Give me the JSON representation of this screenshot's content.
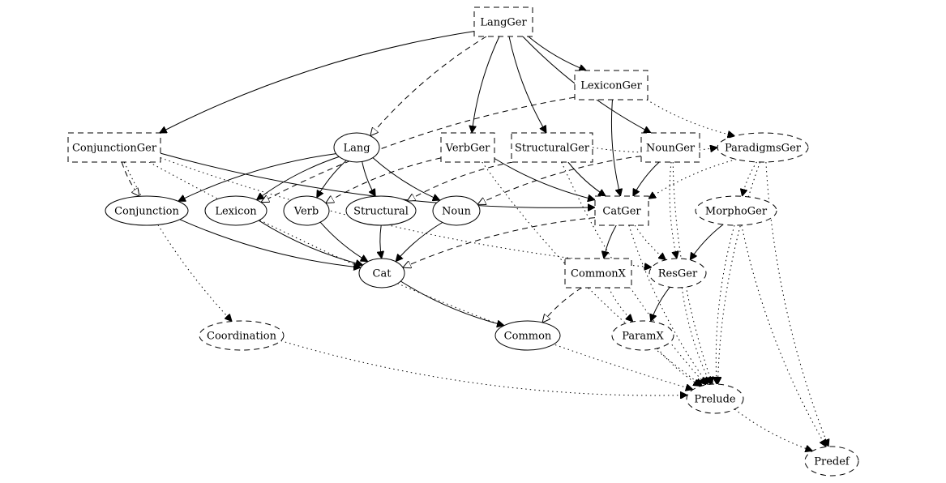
{
  "nodes": [
    {
      "id": "LangGer",
      "label": "LangGer",
      "shape": "box",
      "style": "dashed"
    },
    {
      "id": "LexiconGer",
      "label": "LexiconGer",
      "shape": "box",
      "style": "dashed"
    },
    {
      "id": "ConjunctionGer",
      "label": "ConjunctionGer",
      "shape": "box",
      "style": "dashed"
    },
    {
      "id": "Lang",
      "label": "Lang",
      "shape": "ellipse",
      "style": "solid"
    },
    {
      "id": "VerbGer",
      "label": "VerbGer",
      "shape": "box",
      "style": "dashed"
    },
    {
      "id": "StructuralGer",
      "label": "StructuralGer",
      "shape": "box",
      "style": "dashed"
    },
    {
      "id": "NounGer",
      "label": "NounGer",
      "shape": "box",
      "style": "dashed"
    },
    {
      "id": "ParadigmsGer",
      "label": "ParadigmsGer",
      "shape": "ellipse",
      "style": "dashed"
    },
    {
      "id": "Conjunction",
      "label": "Conjunction",
      "shape": "ellipse",
      "style": "solid"
    },
    {
      "id": "Lexicon",
      "label": "Lexicon",
      "shape": "ellipse",
      "style": "solid"
    },
    {
      "id": "Verb",
      "label": "Verb",
      "shape": "ellipse",
      "style": "solid"
    },
    {
      "id": "Structural",
      "label": "Structural",
      "shape": "ellipse",
      "style": "solid"
    },
    {
      "id": "Noun",
      "label": "Noun",
      "shape": "ellipse",
      "style": "solid"
    },
    {
      "id": "CatGer",
      "label": "CatGer",
      "shape": "box",
      "style": "dashed"
    },
    {
      "id": "MorphoGer",
      "label": "MorphoGer",
      "shape": "ellipse",
      "style": "dashed"
    },
    {
      "id": "Cat",
      "label": "Cat",
      "shape": "ellipse",
      "style": "solid"
    },
    {
      "id": "CommonX",
      "label": "CommonX",
      "shape": "box",
      "style": "dashed"
    },
    {
      "id": "ResGer",
      "label": "ResGer",
      "shape": "ellipse",
      "style": "dashed"
    },
    {
      "id": "Coordination",
      "label": "Coordination",
      "shape": "ellipse",
      "style": "dashed"
    },
    {
      "id": "Common",
      "label": "Common",
      "shape": "ellipse",
      "style": "solid"
    },
    {
      "id": "ParamX",
      "label": "ParamX",
      "shape": "ellipse",
      "style": "dashed"
    },
    {
      "id": "Prelude",
      "label": "Prelude",
      "shape": "ellipse",
      "style": "dashed"
    },
    {
      "id": "Predef",
      "label": "Predef",
      "shape": "ellipse",
      "style": "dashed"
    }
  ],
  "edges": [
    {
      "from": "LangGer",
      "to": "ConjunctionGer",
      "style": "solid",
      "arrow": "filled"
    },
    {
      "from": "LangGer",
      "to": "Lang",
      "style": "dashed",
      "arrow": "open"
    },
    {
      "from": "LangGer",
      "to": "VerbGer",
      "style": "solid",
      "arrow": "filled"
    },
    {
      "from": "LangGer",
      "to": "StructuralGer",
      "style": "solid",
      "arrow": "filled"
    },
    {
      "from": "LangGer",
      "to": "LexiconGer",
      "style": "solid",
      "arrow": "filled"
    },
    {
      "from": "LangGer",
      "to": "NounGer",
      "style": "solid",
      "arrow": "filled"
    },
    {
      "from": "LexiconGer",
      "to": "Lexicon",
      "style": "dashed",
      "arrow": "open"
    },
    {
      "from": "LexiconGer",
      "to": "CatGer",
      "style": "solid",
      "arrow": "filled"
    },
    {
      "from": "LexiconGer",
      "to": "ParadigmsGer",
      "style": "dotted",
      "arrow": "filled"
    },
    {
      "from": "ConjunctionGer",
      "to": "Conjunction",
      "style": "dashed",
      "arrow": "open"
    },
    {
      "from": "ConjunctionGer",
      "to": "CatGer",
      "style": "solid",
      "arrow": "filled"
    },
    {
      "from": "ConjunctionGer",
      "to": "Coordination",
      "style": "dotted",
      "arrow": "filled"
    },
    {
      "from": "ConjunctionGer",
      "to": "Prelude",
      "style": "dotted",
      "arrow": "filled"
    },
    {
      "from": "ConjunctionGer",
      "to": "ResGer",
      "style": "dotted",
      "arrow": "filled"
    },
    {
      "from": "Lang",
      "to": "Conjunction",
      "style": "solid",
      "arrow": "filled"
    },
    {
      "from": "Lang",
      "to": "Lexicon",
      "style": "solid",
      "arrow": "filled"
    },
    {
      "from": "Lang",
      "to": "Verb",
      "style": "solid",
      "arrow": "filled"
    },
    {
      "from": "Lang",
      "to": "Structural",
      "style": "solid",
      "arrow": "filled"
    },
    {
      "from": "Lang",
      "to": "Noun",
      "style": "solid",
      "arrow": "filled"
    },
    {
      "from": "VerbGer",
      "to": "Verb",
      "style": "dashed",
      "arrow": "open"
    },
    {
      "from": "VerbGer",
      "to": "CatGer",
      "style": "solid",
      "arrow": "filled"
    },
    {
      "from": "VerbGer",
      "to": "Prelude",
      "style": "dotted",
      "arrow": "filled"
    },
    {
      "from": "StructuralGer",
      "to": "Structural",
      "style": "dashed",
      "arrow": "open"
    },
    {
      "from": "StructuralGer",
      "to": "CatGer",
      "style": "solid",
      "arrow": "filled"
    },
    {
      "from": "StructuralGer",
      "to": "Prelude",
      "style": "dotted",
      "arrow": "filled"
    },
    {
      "from": "StructuralGer",
      "to": "ParadigmsGer",
      "style": "dotted",
      "arrow": "filled"
    },
    {
      "from": "NounGer",
      "to": "Noun",
      "style": "dashed",
      "arrow": "open"
    },
    {
      "from": "NounGer",
      "to": "CatGer",
      "style": "solid",
      "arrow": "filled"
    },
    {
      "from": "NounGer",
      "to": "ResGer",
      "style": "dotted",
      "arrow": "filled"
    },
    {
      "from": "NounGer",
      "to": "Prelude",
      "style": "dotted",
      "arrow": "filled"
    },
    {
      "from": "ParadigmsGer",
      "to": "MorphoGer",
      "style": "dotted",
      "arrow": "filled"
    },
    {
      "from": "ParadigmsGer",
      "to": "CatGer",
      "style": "dotted",
      "arrow": "filled"
    },
    {
      "from": "ParadigmsGer",
      "to": "Prelude",
      "style": "dotted",
      "arrow": "filled"
    },
    {
      "from": "ParadigmsGer",
      "to": "Predef",
      "style": "dotted",
      "arrow": "filled"
    },
    {
      "from": "Conjunction",
      "to": "Cat",
      "style": "solid",
      "arrow": "filled"
    },
    {
      "from": "Lexicon",
      "to": "Cat",
      "style": "solid",
      "arrow": "filled"
    },
    {
      "from": "Verb",
      "to": "Cat",
      "style": "solid",
      "arrow": "filled"
    },
    {
      "from": "Structural",
      "to": "Cat",
      "style": "solid",
      "arrow": "filled"
    },
    {
      "from": "Noun",
      "to": "Cat",
      "style": "solid",
      "arrow": "filled"
    },
    {
      "from": "CatGer",
      "to": "Cat",
      "style": "dashed",
      "arrow": "open"
    },
    {
      "from": "CatGer",
      "to": "CommonX",
      "style": "solid",
      "arrow": "filled"
    },
    {
      "from": "CatGer",
      "to": "ResGer",
      "style": "dotted",
      "arrow": "filled"
    },
    {
      "from": "CatGer",
      "to": "Prelude",
      "style": "dotted",
      "arrow": "filled"
    },
    {
      "from": "MorphoGer",
      "to": "ResGer",
      "style": "solid",
      "arrow": "filled"
    },
    {
      "from": "MorphoGer",
      "to": "Prelude",
      "style": "dotted",
      "arrow": "filled"
    },
    {
      "from": "MorphoGer",
      "to": "Predef",
      "style": "dotted",
      "arrow": "filled"
    },
    {
      "from": "Cat",
      "to": "Common",
      "style": "solid",
      "arrow": "filled"
    },
    {
      "from": "CommonX",
      "to": "Common",
      "style": "dashed",
      "arrow": "open"
    },
    {
      "from": "CommonX",
      "to": "ParamX",
      "style": "dotted",
      "arrow": "filled"
    },
    {
      "from": "ResGer",
      "to": "ParamX",
      "style": "solid",
      "arrow": "filled"
    },
    {
      "from": "ResGer",
      "to": "Prelude",
      "style": "dotted",
      "arrow": "filled"
    },
    {
      "from": "Coordination",
      "to": "Prelude",
      "style": "dotted",
      "arrow": "filled"
    },
    {
      "from": "ParamX",
      "to": "Prelude",
      "style": "dotted",
      "arrow": "filled"
    },
    {
      "from": "Prelude",
      "to": "Predef",
      "style": "dotted",
      "arrow": "filled"
    }
  ]
}
